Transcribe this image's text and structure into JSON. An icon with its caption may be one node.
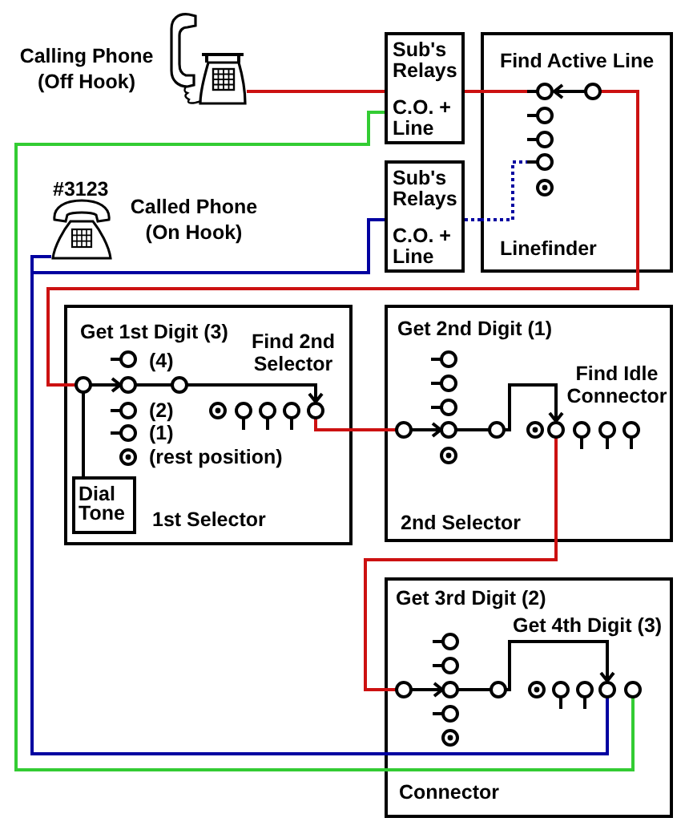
{
  "diagram": {
    "nodes": [
      {
        "text": [],
        "shape": "picture",
        "beside": [
          "Calling Phone (Off Hook)"
        ]
      },
      {
        "text": [
          "Sub's Relays",
          "C.O. + Line"
        ]
      },
      {
        "text": [
          "Find Active Line",
          "Linefinder"
        ]
      },
      {
        "text": [],
        "shape": "picture",
        "beside": [
          "#3123",
          "Called Phone (On Hook)"
        ]
      },
      {
        "text": [
          "Sub's Relays",
          "C.O. + Line"
        ]
      },
      {
        "text": [
          "Get 1st Digit (3)",
          "(4)",
          "(2)",
          "(1)",
          "(rest position)",
          "Find 2nd Selector",
          "1st Selector"
        ]
      },
      {
        "text": [
          "Dial Tone"
        ],
        "in": 5
      },
      {
        "text": [
          "Get 2nd Digit (1)",
          "Find Idle Connector",
          "2nd Selector"
        ]
      },
      {
        "text": [
          "Get 3rd Digit (2)",
          "Get 4th Digit (3)",
          "Connector"
        ]
      }
    ],
    "edges": [
      {
        "from": 0,
        "to": 1,
        "arrow": "none"
      },
      {
        "from": 1,
        "to": 2,
        "arrow": "none"
      },
      {
        "from": 1,
        "to": 8,
        "arrow": "none",
        "color": "#33cc33"
      },
      {
        "from": 3,
        "to": 4,
        "arrow": "none",
        "color": "#0000a0"
      },
      {
        "from": 4,
        "to": 2,
        "arrow": "none",
        "style": "dashed",
        "color": "#0000a0"
      },
      {
        "from": 2,
        "to": 5,
        "arrow": "none"
      },
      {
        "from": 3,
        "to": 8,
        "arrow": "none",
        "color": "#0000a0"
      },
      {
        "from": 5,
        "to": 7,
        "arrow": "none"
      },
      {
        "from": 7,
        "to": 8,
        "arrow": "none"
      }
    ]
  }
}
